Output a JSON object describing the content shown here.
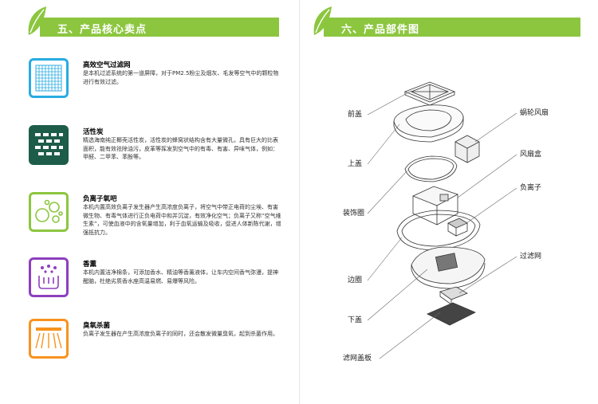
{
  "left_page": {
    "section_title": "五、产品核心卖点",
    "features": [
      {
        "title": "高效空气过滤网",
        "desc": "是本机过滤系统的第一道屏障，对于PM2.5粉尘及烟灰、毛发等空气中的颗粒物进行有效过滤。",
        "icon": "grid-filter-icon",
        "color": "#29abe2"
      },
      {
        "title": "活性炭",
        "desc": "精选海南纯正椰壳活性炭，活性炭的蜂窝状结构含有大量微孔，具有巨大的比表面积，能有效祛除油污，皮革等挥发到空气中的有毒、有害、异味气体，例如：甲醛、二甲苯、苯酚等。",
        "icon": "carbon-brick-icon",
        "color": "#1e5c4a"
      },
      {
        "title": "负离子氧吧",
        "desc": "本机内置高效负离子发生器产生高浓度负离子，将空气中带正电荷的尘埃、有害微生物、有毒气体进行正负电荷中和并沉淀，有效净化空气；负离子又称“空气维生素”，可使血液中的含氧量增加，利于血氧运输及吸收，促进人体新陈代谢，增强抵抗力。",
        "icon": "ion-bubbles-icon",
        "color": "#8cc63f"
      },
      {
        "title": "香薰",
        "desc": "本机内置洁净棉条，可添加香水、精油等香薰液体，让车内空间香气弥漫，提神醒脑，杜绝劣质香水座高温易燃、易爆等风险。",
        "icon": "aroma-icon",
        "color": "#8e3fbf"
      },
      {
        "title": "臭氧杀菌",
        "desc": "负离子发生器在产生高浓度负离子的同时，还会散发微量臭氧，起到杀菌作用。",
        "icon": "ozone-spray-icon",
        "color": "#f7931e"
      }
    ]
  },
  "right_page": {
    "section_title": "六、产品部件图",
    "labels_left": [
      "前盖",
      "上盖",
      "装饰圈",
      "边圈",
      "下盖",
      "滤网盖板"
    ],
    "labels_right": [
      "蜗轮风扇",
      "风扇盒",
      "负离子",
      "过滤网"
    ]
  }
}
